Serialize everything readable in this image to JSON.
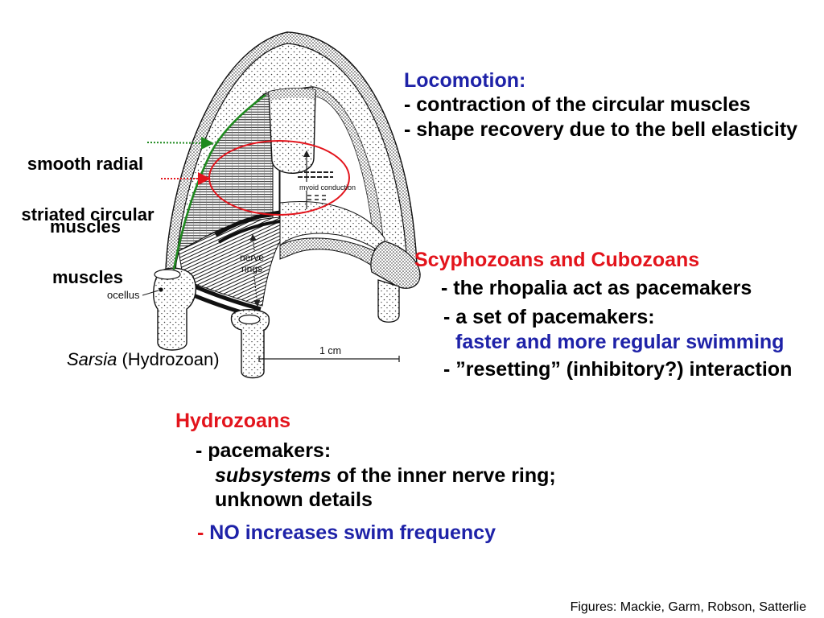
{
  "slide": {
    "locomotion": {
      "heading": "Locomotion:",
      "points": [
        "- contraction of the circular muscles",
        "- shape recovery due to the bell elasticity"
      ]
    },
    "scyphozoans_cubozoans": {
      "heading": "Scyphozoans and Cubozoans",
      "rhopalia": "- the rhopalia act as pacemakers",
      "pacemaker_set": "- a set of pacemakers:",
      "pacemaker_set_effect": "faster and more regular swimming",
      "resetting": "- ”resetting” (inhibitory?) interaction"
    },
    "hydrozoans": {
      "heading": "Hydrozoans",
      "pacemakers": "- pacemakers:",
      "subsystems_italic": "subsystems",
      "subsystems_rest": " of the inner nerve ring;",
      "unknown": "unknown details",
      "no_dash": "- ",
      "no_text": "NO increases swim frequency"
    },
    "credits": "Figures: Mackie, Garm, Robson, Satterlie"
  },
  "figure": {
    "label_smooth_radial": [
      "smooth radial",
      "muscles"
    ],
    "label_striated_circular": [
      "striated circular",
      "muscles"
    ],
    "caption_genus": "Sarsia",
    "caption_group": " (Hydrozoan)",
    "myoid_conduction": "myoid conduction",
    "nerve_rings": [
      "nerve",
      "rings"
    ],
    "ocellus": "ocellus",
    "scale_bar": "1 cm"
  },
  "colors": {
    "heading_blue": "#1e22a8",
    "heading_red": "#e3141c",
    "radial_muscle_green": "#1f8a1f",
    "highlight_ellipse_red": "#e3141c"
  }
}
